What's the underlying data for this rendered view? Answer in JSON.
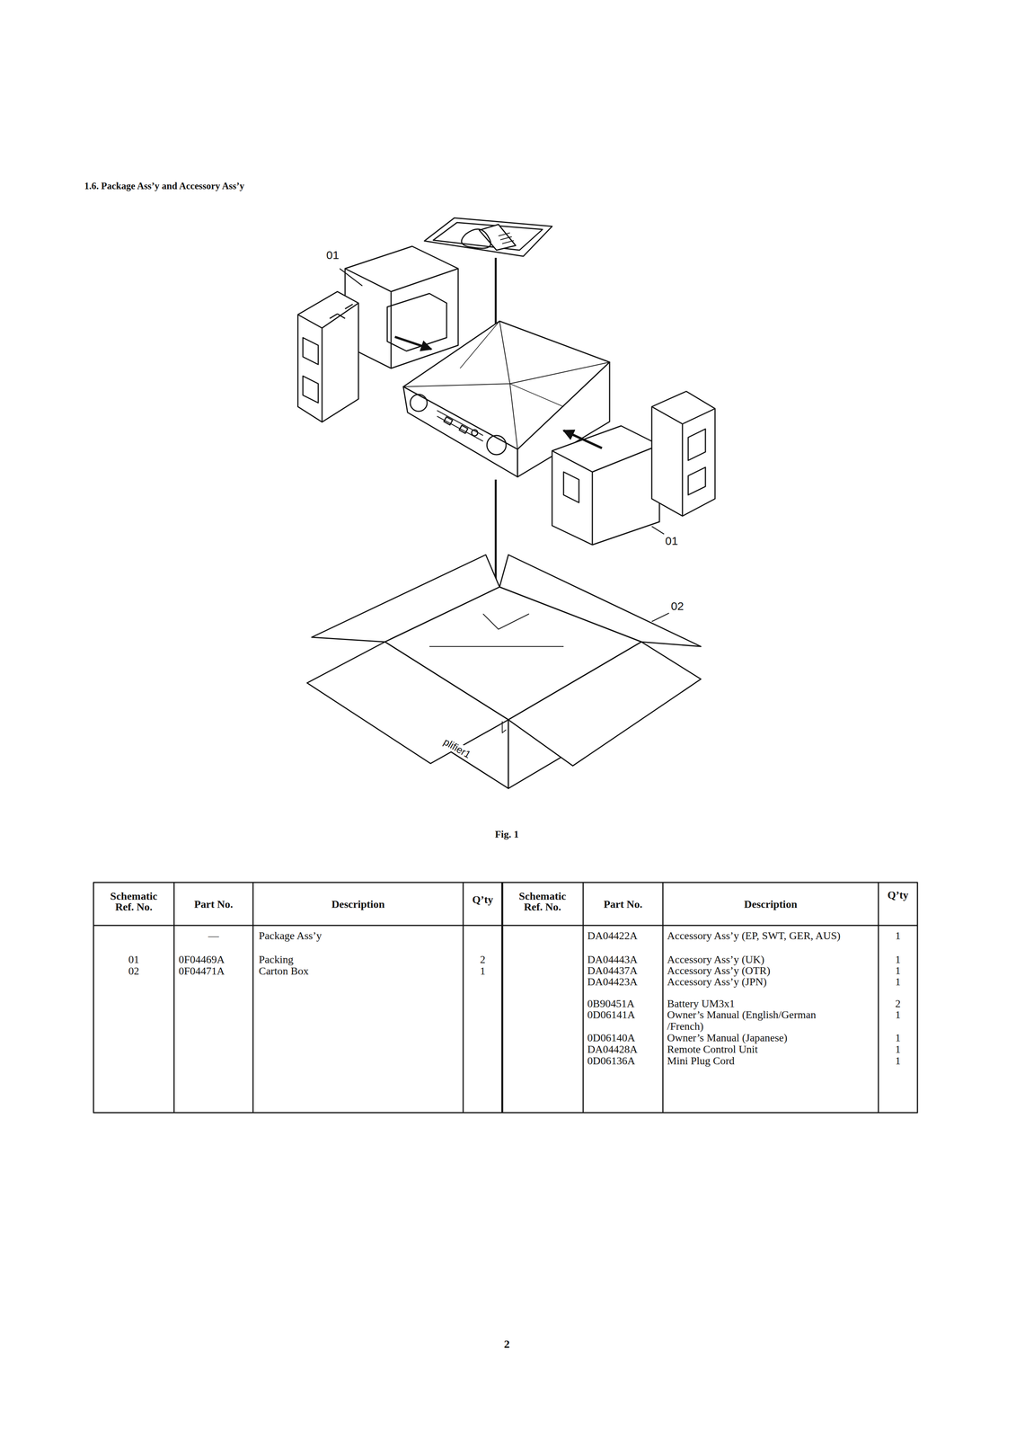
{
  "diagram": {
    "title": "1.6. Package Ass’y and Accessory Ass’y",
    "caption": "Fig. 1",
    "labels": [
      "01",
      "01",
      "02",
      "plifier1",
      "Schematic Ref. No.",
      "Part No.",
      "Description",
      "Q’ty",
      "Schematic Ref. No.",
      "Part No.",
      "Description",
      "Q’ty",
      "—",
      "Package Ass’y",
      "01",
      "0F04469A",
      "Packing",
      "2",
      "02",
      "0F04471A",
      "Carton Box",
      "1",
      "DA04422A",
      "Accessory Ass’y (EP, SWT, GER, AUS)",
      "1",
      "DA04443A",
      "Accessory Ass’y (UK)",
      "1",
      "DA04437A",
      "Accessory Ass’y (OTR)",
      "1",
      "DA04423A",
      "Accessory Ass’y (JPN)",
      "1",
      "0B90451A",
      "Battery UM3x1",
      "2",
      "0D06141A",
      "Owner’s Manual (English/German /French)",
      "1",
      "0D06140A",
      "Owner’s Manual (Japanese)",
      "1",
      "DA04428A",
      "Remote Control Unit",
      "1",
      "0D06136A",
      "Mini Plug Cord",
      "1",
      "2"
    ]
  }
}
